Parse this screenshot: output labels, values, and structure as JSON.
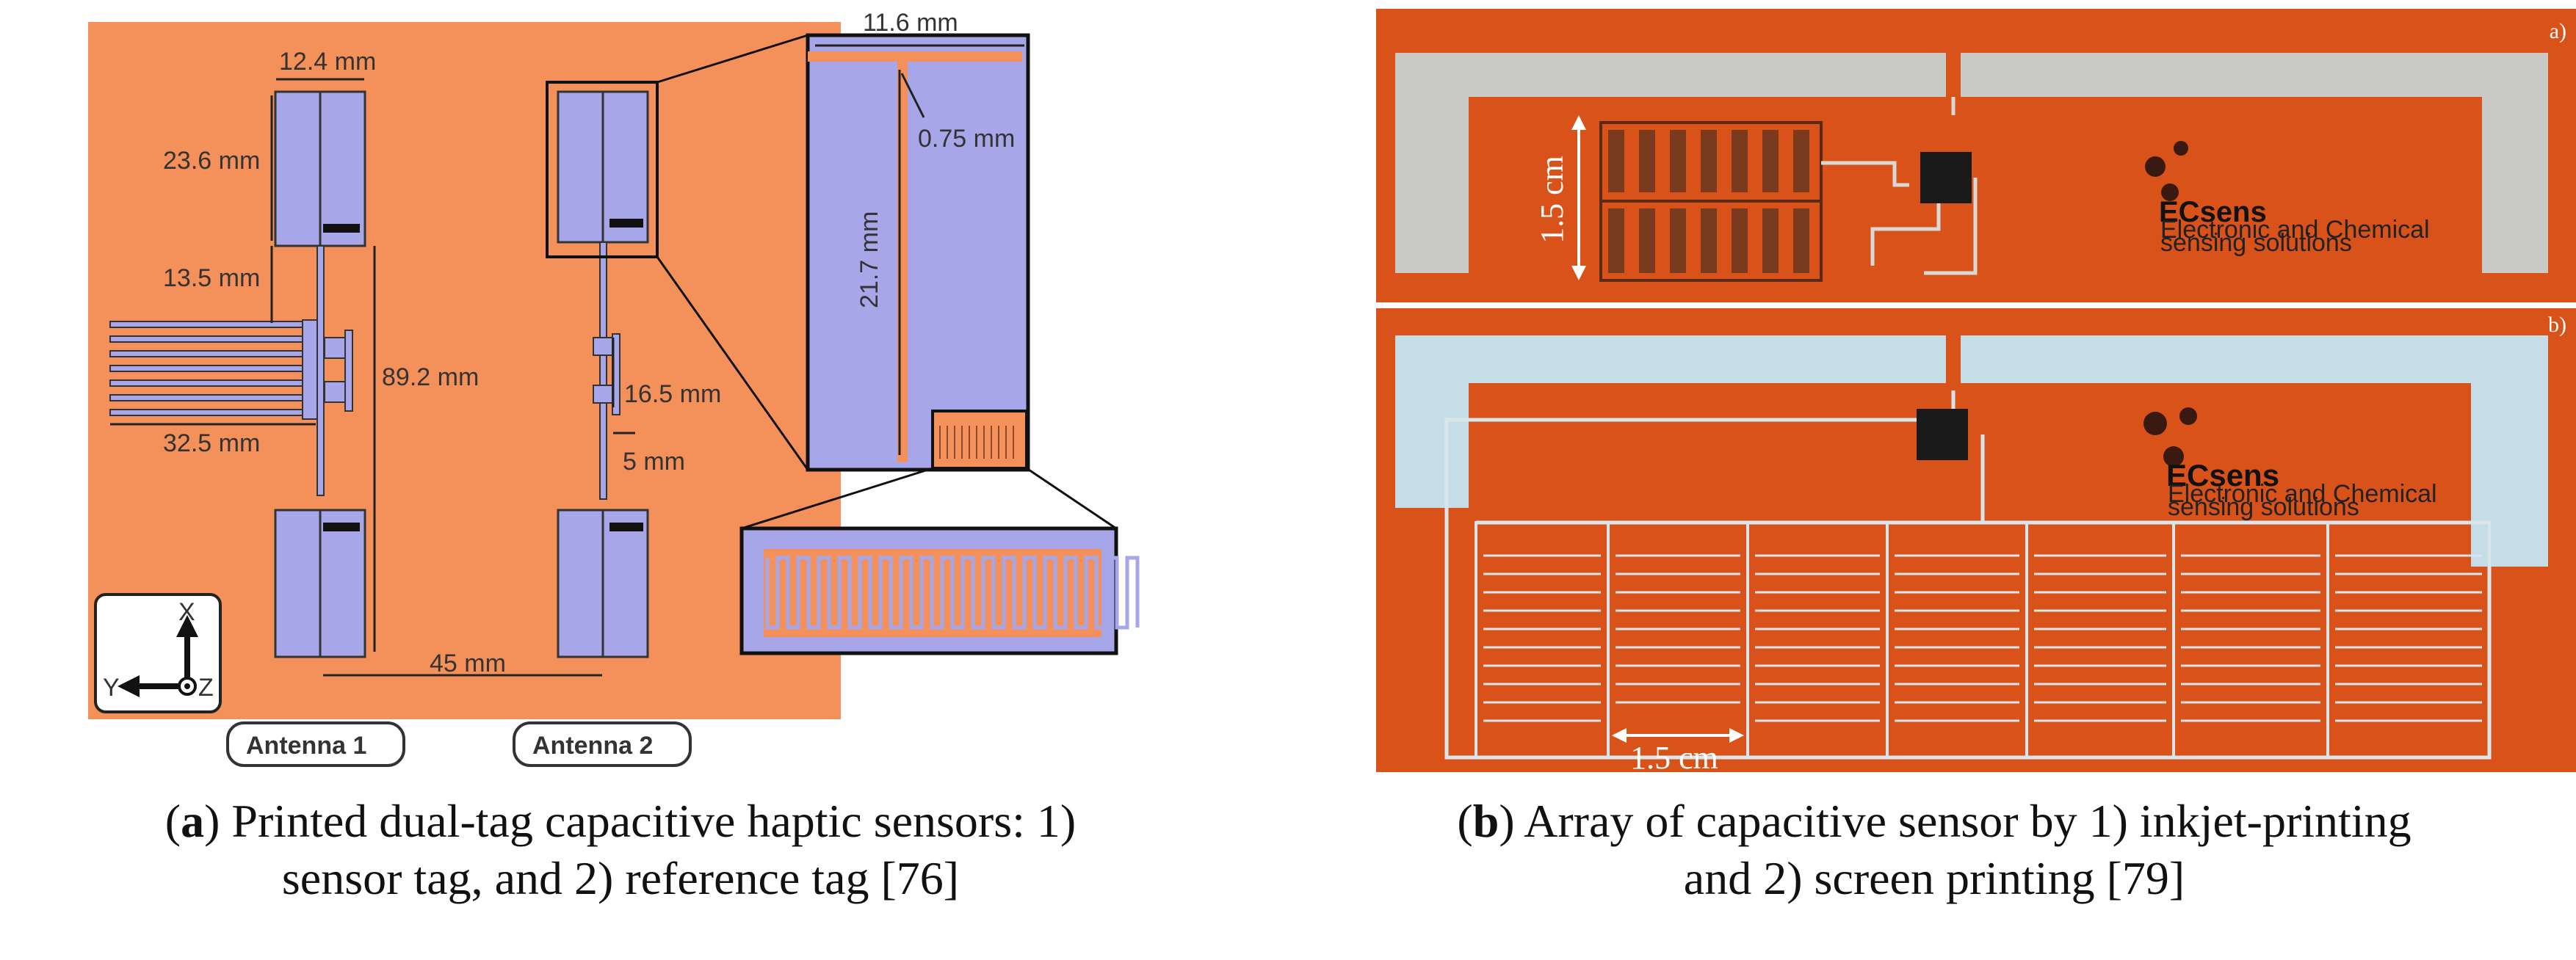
{
  "figure_a": {
    "dimensions": {
      "width_124": "12.4 mm",
      "len_236": "23.6 mm",
      "len_135": "13.5 mm",
      "len_325": "32.5 mm",
      "len_892": "89.2 mm",
      "len_45": "45 mm",
      "len_165": "16.5 mm",
      "len_5": "5 mm",
      "width_116": "11.6 mm",
      "gap_075": "0.75 mm",
      "len_217": "21.7 mm"
    },
    "axes": {
      "x": "X",
      "y": "Y",
      "z": "Z"
    },
    "antenna1_label": "Antenna 1",
    "antenna2_label": "Antenna 2",
    "colors": {
      "substrate": "#F4905A",
      "conductor": "#A6A6E8",
      "outline": "#222222"
    }
  },
  "figure_b": {
    "panel_a_tag": "a)",
    "panel_b_tag": "b)",
    "dim_a": "1.5 cm",
    "dim_b": "1.5 cm",
    "logo_text": "ECsens",
    "logo_sub1": "Electronic and Chemical",
    "logo_sub2": "sensing solutions",
    "colors": {
      "substrate": "#D9521A",
      "trace_a": "#C9C9C6",
      "trace_b": "#C6DDE8"
    }
  },
  "captions": {
    "a_letter": "a",
    "a_line1": " Printed dual-tag capacitive haptic sensors: 1)",
    "a_line2": "sensor tag, and 2) reference tag [76]",
    "b_letter": "b",
    "b_line1": " Array of capacitive sensor by 1) inkjet-printing",
    "b_line2": "and 2) screen printing [79]"
  }
}
